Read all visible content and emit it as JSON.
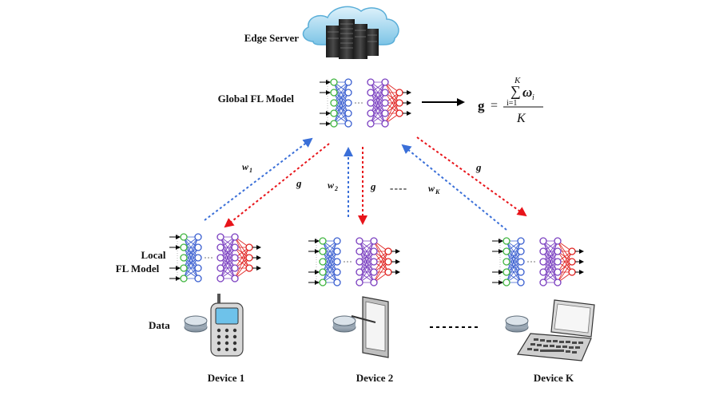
{
  "edge_server": {
    "label": "Edge Server"
  },
  "global_model": {
    "label": "Global FL Model"
  },
  "local_model": {
    "label_line1": "Local",
    "label_line2": "FL Model"
  },
  "data_label": "Data",
  "formula": {
    "lhs": "g",
    "equals": "=",
    "sum_top": "K",
    "sum_symbol": "∑",
    "sum_bottom": "i=1",
    "summand": "ω",
    "summand_sub": "i",
    "denominator": "K"
  },
  "uploads": [
    {
      "symbol": "w",
      "sub": "1"
    },
    {
      "symbol": "w",
      "sub": "2"
    },
    {
      "symbol": "w",
      "sub": "K"
    }
  ],
  "broadcast_label": "g",
  "devices": [
    {
      "label": "Device 1",
      "kind": "phone"
    },
    {
      "label": "Device 2",
      "kind": "tablet"
    },
    {
      "label": "Device K",
      "kind": "laptop"
    }
  ],
  "dashes_mid": "- - - -",
  "colors": {
    "upload": "#3a6fd8",
    "broadcast": "#e8141a",
    "nn_green": "#3fb53f",
    "nn_blue": "#3a5fd0",
    "nn_purple": "#7a3fc0",
    "nn_red": "#e0201e"
  }
}
